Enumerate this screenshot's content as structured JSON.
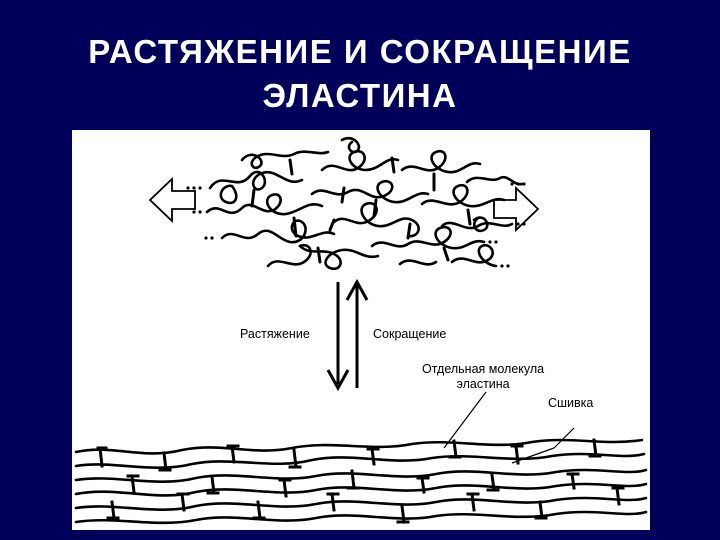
{
  "slide": {
    "title_line1": "РАСТЯЖЕНИЕ И СОКРАЩЕНИЕ",
    "title_line2": "ЭЛАСТИНА"
  },
  "diagram": {
    "label_stretch": "Растяжение",
    "label_contract": "Сокращение",
    "label_molecule_line1": "Отдельная молекула",
    "label_molecule_line2": "эластина",
    "label_crosslink": "Сшивка"
  },
  "colors": {
    "background": "#00005a",
    "panel": "#ffffff",
    "ink": "#000000",
    "arrow_fill": "#ffffff"
  },
  "icons": {
    "left_arrow": "hollow-left-arrow-icon",
    "right_arrow": "hollow-right-arrow-icon",
    "down_arrow": "down-arrow-icon",
    "up_arrow": "up-arrow-icon"
  }
}
